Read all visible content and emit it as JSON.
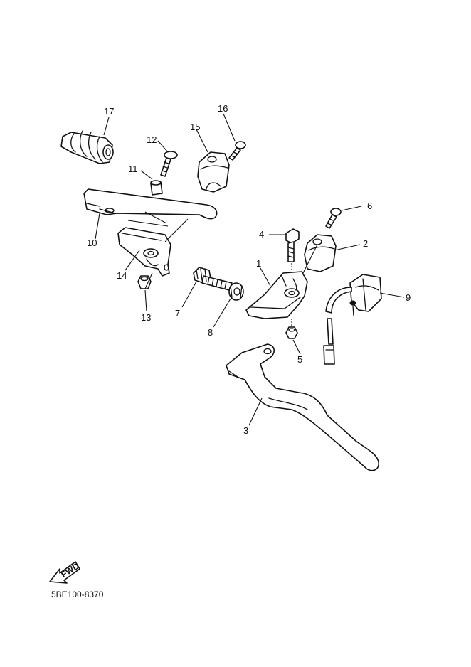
{
  "callouts": {
    "p1": "1",
    "p2": "2",
    "p3": "3",
    "p4": "4",
    "p5": "5",
    "p6": "6",
    "p7": "7",
    "p8": "8",
    "p9": "9",
    "p10": "10",
    "p11": "11",
    "p12": "12",
    "p13": "13",
    "p14": "14",
    "p15": "15",
    "p16": "16",
    "p17": "17"
  },
  "fwd_label": "FWD",
  "diagram_code": "5BE100-8370"
}
